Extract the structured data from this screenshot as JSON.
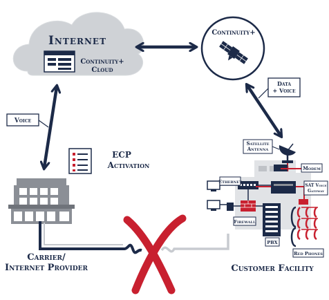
{
  "labels": {
    "internet": "Internet",
    "continuity_cloud": "Continuity+ Cloud",
    "continuity_sat": "Continuity+",
    "voice": "Voice",
    "data_voice": "Data + Voice",
    "ecp_activation": "ECP Activation",
    "satellite_antenna": "Satellite Antenna",
    "modem": "Modem",
    "ethernet": "Ethernet",
    "sat_voice_gateway": "SAT Voice Gateway",
    "firewall": "Firewall",
    "pbx": "PBX",
    "red_phones": "Red Phones",
    "carrier_provider": "Carrier/ Internet Provider",
    "customer_facility": "Customer Facility"
  },
  "colors": {
    "navy": "#1c2a48",
    "red": "#c8202f",
    "cloud": "#cfd2d6",
    "gray": "#8b8f96"
  }
}
